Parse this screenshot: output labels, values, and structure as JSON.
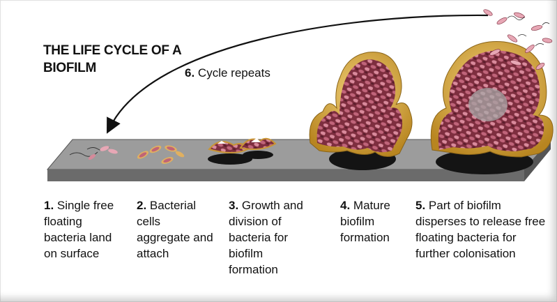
{
  "title": "THE LIFE CYCLE OF A BIOFILM",
  "cycle": {
    "num": "6.",
    "text": "Cycle repeats"
  },
  "steps": [
    {
      "num": "1.",
      "text": "Single free floating bacteria land on surface"
    },
    {
      "num": "2.",
      "text": "Bacterial cells aggregate and attach"
    },
    {
      "num": "3.",
      "text": "Growth and division of bacteria for biofilm formation"
    },
    {
      "num": "4.",
      "text": "Mature biofilm formation"
    },
    {
      "num": "5.",
      "text": "Part of biofilm disperses to release free floating bacteria for further colonisation"
    }
  ],
  "colors": {
    "surface_top": "#9a9a9a",
    "surface_front": "#6e6e6e",
    "matrix": "#d9a93f",
    "bacteria": "#a9485a",
    "bacteria_light": "#e7a7b5",
    "shadow": "#141414"
  }
}
